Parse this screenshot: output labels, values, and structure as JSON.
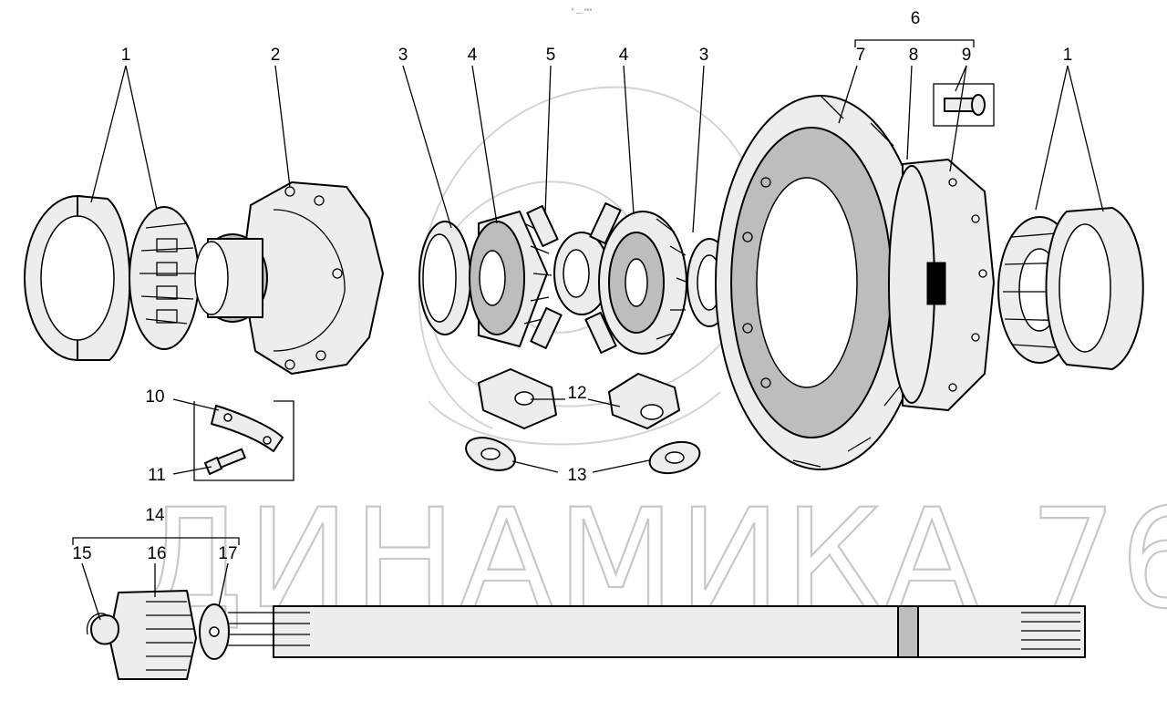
{
  "header_mark": "ʰ ﹏ ᵃᵃᵃ",
  "watermark": "ДИНАМИКА 76",
  "callouts": {
    "c1_left": "1",
    "c2": "2",
    "c3_left": "3",
    "c4_left": "4",
    "c5": "5",
    "c4_right": "4",
    "c3_right": "3",
    "c6": "6",
    "c7": "7",
    "c8": "8",
    "c9": "9",
    "c1_right": "1",
    "c10": "10",
    "c11": "11",
    "c12": "12",
    "c13": "13",
    "c14": "14",
    "c15": "15",
    "c16": "16",
    "c17": "17"
  }
}
